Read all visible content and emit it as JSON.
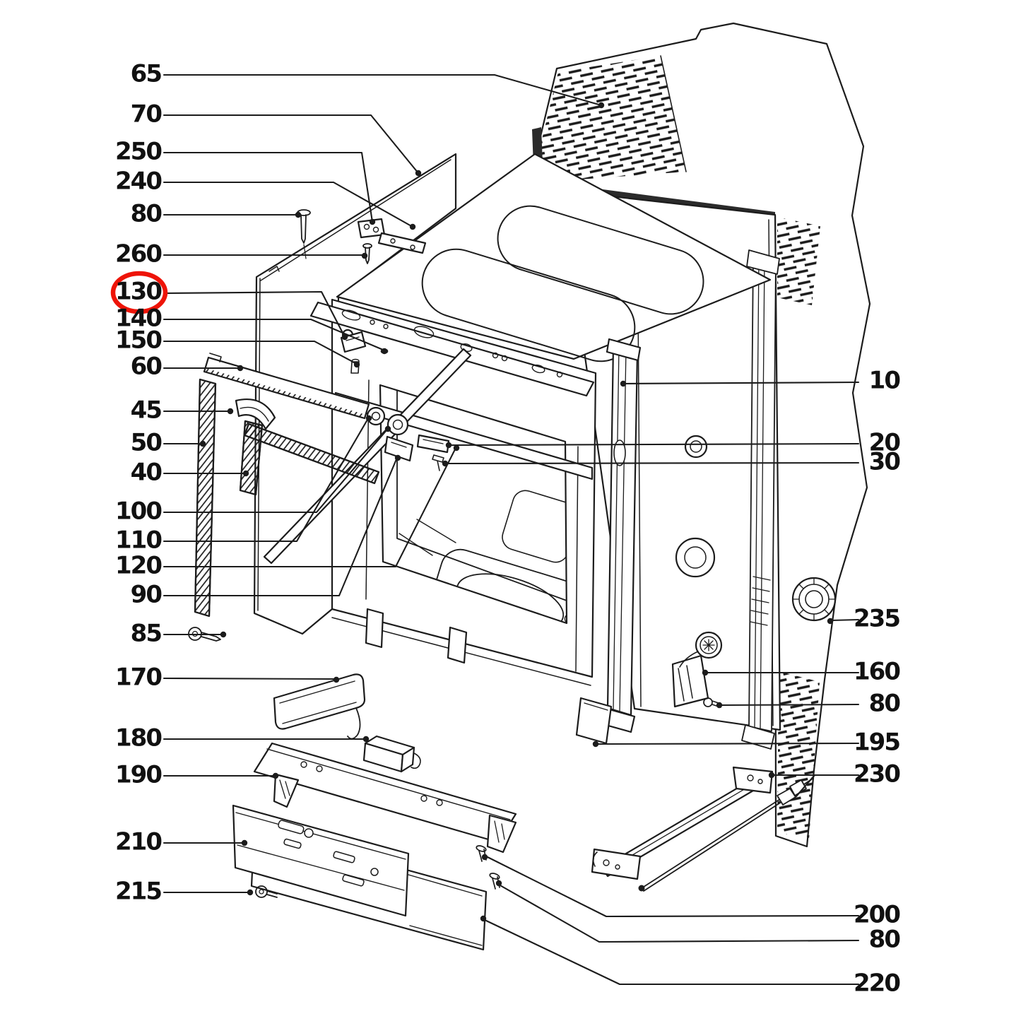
{
  "diagram": {
    "kind": "exploded-parts-line-drawing",
    "colors": {
      "line": "#1c1c1c",
      "background": "#ffffff",
      "highlight_circle": "#ee1408"
    },
    "highlighted_part": "130",
    "labels": [
      {
        "text": "65"
      },
      {
        "text": "70"
      },
      {
        "text": "250"
      },
      {
        "text": "240"
      },
      {
        "text": "80"
      },
      {
        "text": "260"
      },
      {
        "text": "130",
        "circled": true
      },
      {
        "text": "140"
      },
      {
        "text": "150"
      },
      {
        "text": "60"
      },
      {
        "text": "45"
      },
      {
        "text": "50"
      },
      {
        "text": "40"
      },
      {
        "text": "100"
      },
      {
        "text": "110"
      },
      {
        "text": "120"
      },
      {
        "text": "90"
      },
      {
        "text": "85"
      },
      {
        "text": "170"
      },
      {
        "text": "180"
      },
      {
        "text": "190"
      },
      {
        "text": "210"
      },
      {
        "text": "215"
      },
      {
        "text": "10"
      },
      {
        "text": "20"
      },
      {
        "text": "30"
      },
      {
        "text": "235"
      },
      {
        "text": "160"
      },
      {
        "text": "80"
      },
      {
        "text": "195"
      },
      {
        "text": "230"
      },
      {
        "text": "200"
      },
      {
        "text": "80"
      },
      {
        "text": "220"
      }
    ]
  }
}
